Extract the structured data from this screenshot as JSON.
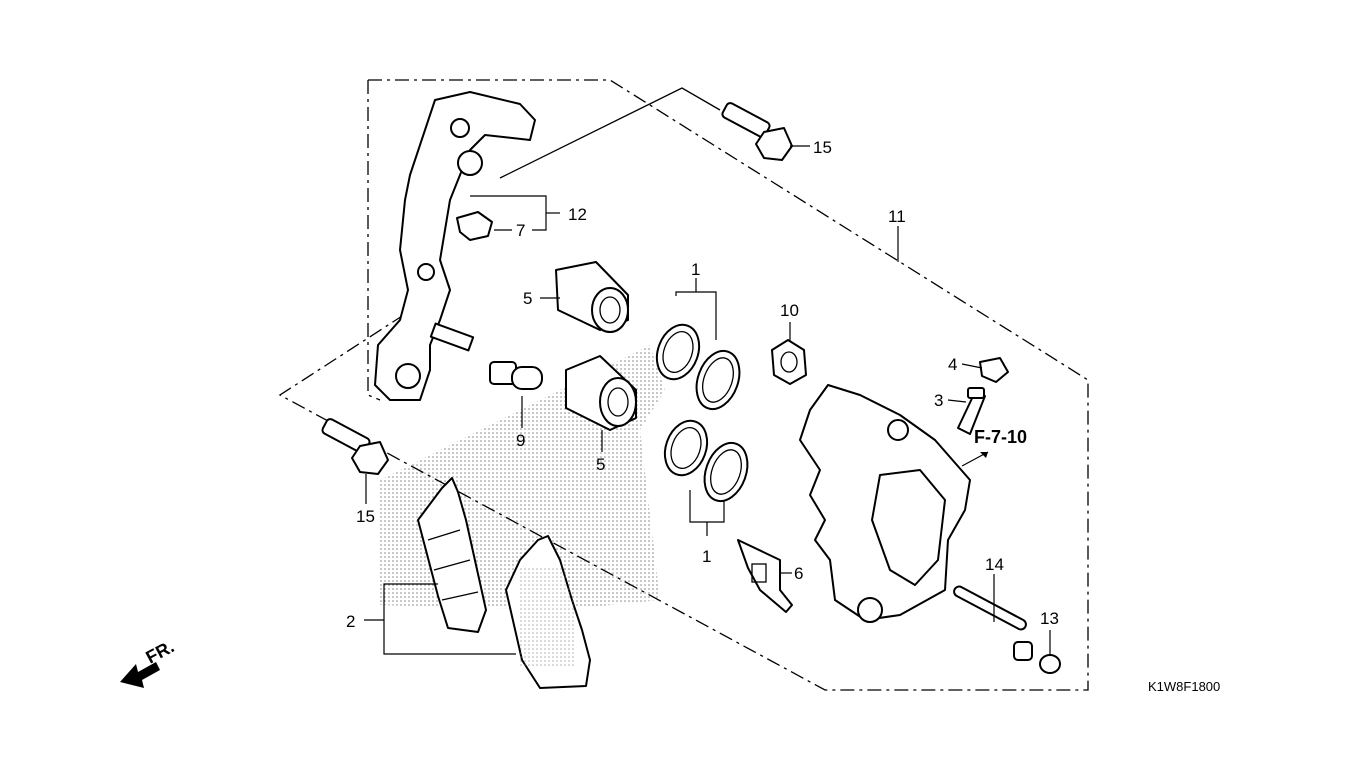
{
  "labels": {
    "p1_top": "1",
    "p1_bottom": "1",
    "p2": "2",
    "p3": "3",
    "p4": "4",
    "p5_top": "5",
    "p5_bottom": "5",
    "p6": "6",
    "p7": "7",
    "p9": "9",
    "p10": "10",
    "p11": "11",
    "p12": "12",
    "p13": "13",
    "p14": "14",
    "p15_top": "15",
    "p15_bottom": "15"
  },
  "reference": "F-7-10",
  "direction": "FR.",
  "diagram_code": "K1W8F1800"
}
